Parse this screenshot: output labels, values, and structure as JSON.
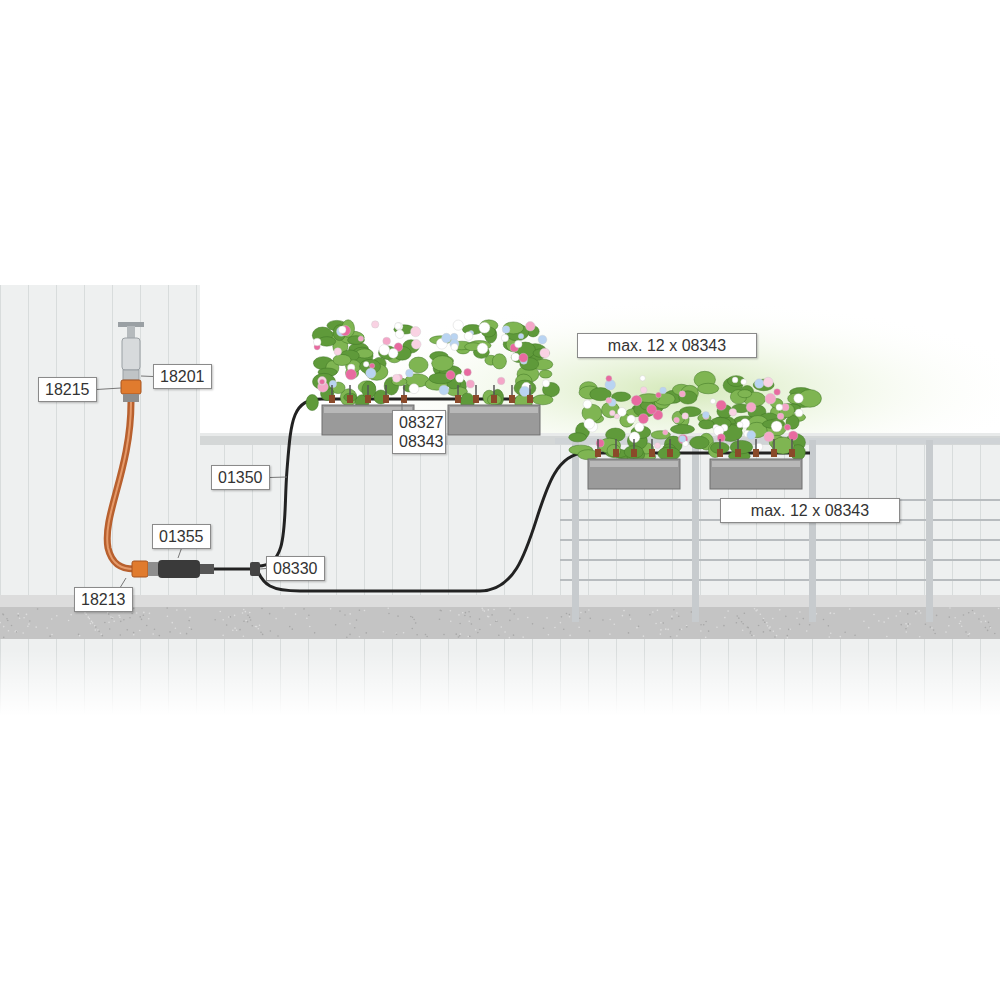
{
  "diagram": {
    "labels": [
      "18215",
      "18201",
      "max. 12 x 08343",
      "01350",
      "08327 08343",
      "max. 12 x 08343",
      "01355",
      "08330",
      "18213"
    ]
  }
}
